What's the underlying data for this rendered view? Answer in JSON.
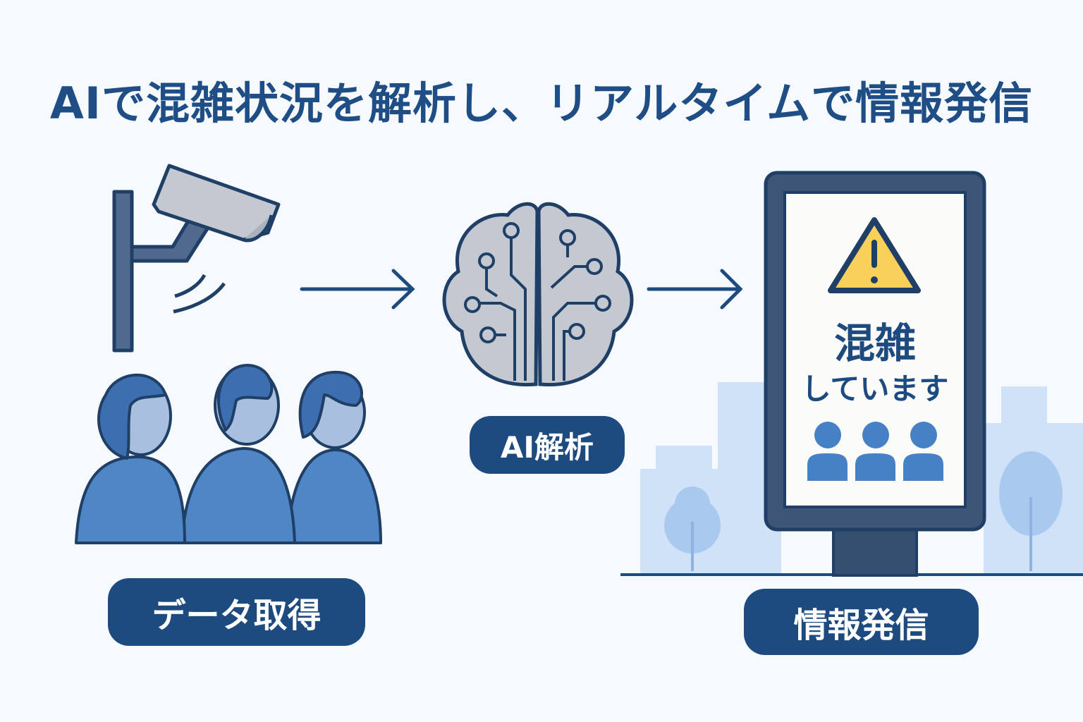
{
  "title": "AIで混雑状況を解析し、リアルタイムで情報発信",
  "steps": [
    {
      "label": "データ取得",
      "icon": "camera-and-people-icon"
    },
    {
      "label": "AI解析",
      "icon": "brain-circuit-icon"
    },
    {
      "label": "情報発信",
      "icon": "signage-icon"
    }
  ],
  "sign": {
    "line1": "混雑",
    "line2": "しています"
  },
  "colors": {
    "primary": "#1d4b80",
    "accent": "#ffd25a",
    "people": "#4f86c6"
  }
}
